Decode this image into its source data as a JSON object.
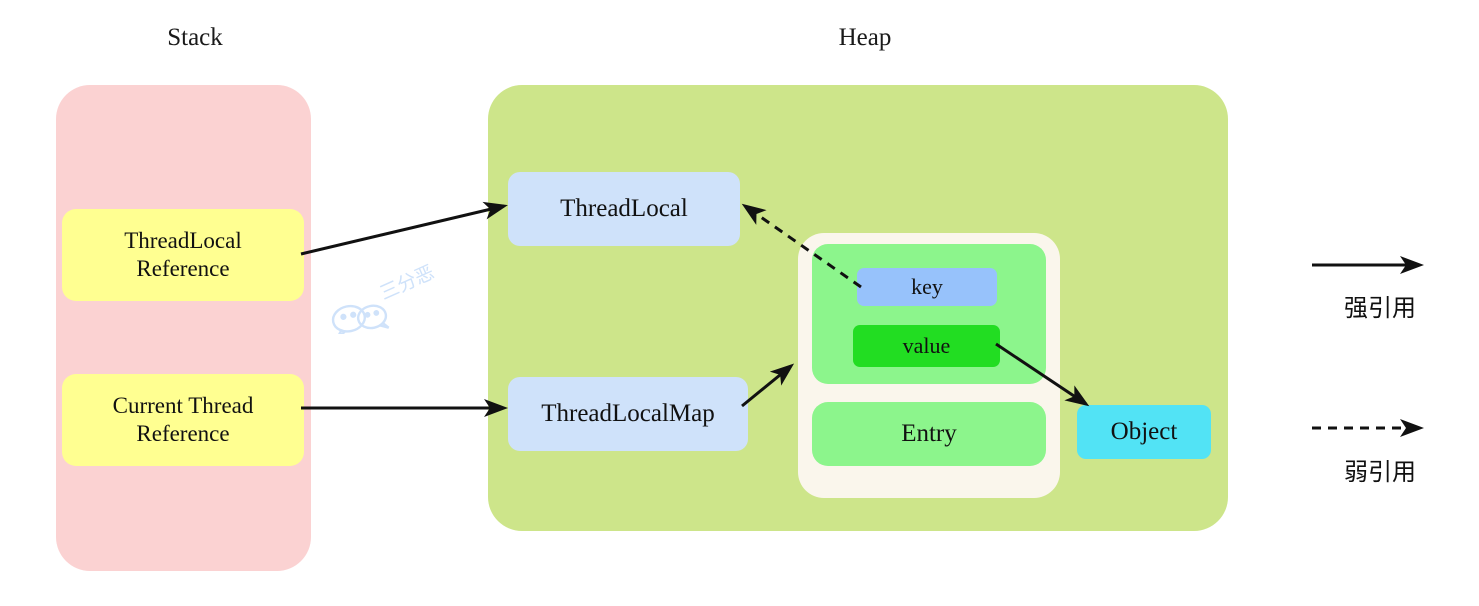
{
  "diagram": {
    "title_stack": "Stack",
    "title_heap": "Heap",
    "regions": {
      "stack": {
        "label": "Stack",
        "color": "#fbd2d2"
      },
      "heap": {
        "label": "Heap",
        "color": "#cde58a"
      }
    },
    "nodes": {
      "threadlocal_reference": {
        "label": "ThreadLocal\nReference",
        "line1": "ThreadLocal",
        "line2": "Reference",
        "color": "#ffff91"
      },
      "current_thread_reference": {
        "label": "Current Thread\nReference",
        "line1": "Current Thread",
        "line2": "Reference",
        "color": "#ffff91"
      },
      "threadlocal": {
        "label": "ThreadLocal",
        "color": "#cfe2fa"
      },
      "threadlocalmap": {
        "label": "ThreadLocalMap",
        "color": "#cfe2fa"
      },
      "key": {
        "label": "key",
        "color": "#97c2fb"
      },
      "value": {
        "label": "value",
        "color": "#22dd22"
      },
      "entry": {
        "label": "Entry",
        "color": "#8cf58c"
      },
      "object": {
        "label": "Object",
        "color": "#52e3f5"
      }
    },
    "legend": [
      {
        "id": "strong-reference",
        "label": "强引用",
        "style": "solid",
        "color": "#111111"
      },
      {
        "id": "weak-reference",
        "label": "弱引用",
        "style": "dashed",
        "color": "#111111"
      }
    ],
    "edges": [
      {
        "from": "threadlocal_reference",
        "to": "threadlocal",
        "style": "solid"
      },
      {
        "from": "current_thread_reference",
        "to": "threadlocalmap",
        "style": "solid"
      },
      {
        "from": "threadlocalmap",
        "to": "entry_group",
        "style": "solid"
      },
      {
        "from": "value",
        "to": "object",
        "style": "solid"
      },
      {
        "from": "key",
        "to": "threadlocal",
        "style": "dashed"
      }
    ],
    "watermark": {
      "text": "三分恶",
      "icon": "wechat-icon",
      "color": "#cfe2fa"
    }
  }
}
